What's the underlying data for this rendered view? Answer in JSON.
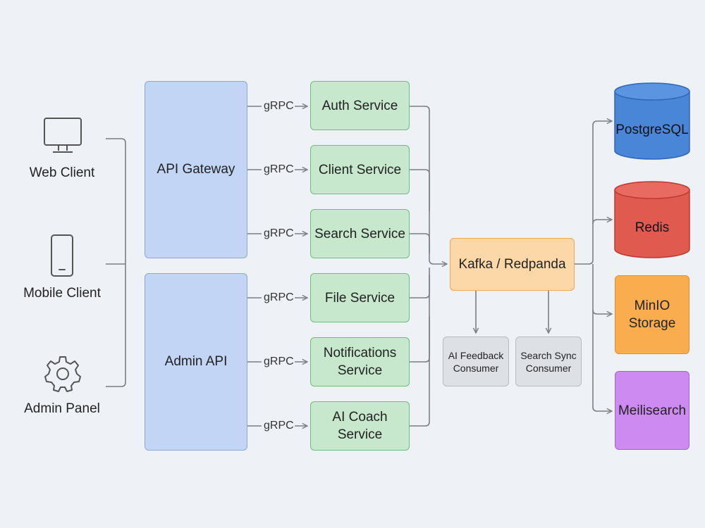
{
  "clients": [
    {
      "label": "Web Client",
      "icon": "monitor-icon"
    },
    {
      "label": "Mobile Client",
      "icon": "smartphone-icon"
    },
    {
      "label": "Admin Panel",
      "icon": "gear-icon"
    }
  ],
  "gateways": {
    "api_gateway": "API Gateway",
    "admin_api": "Admin API"
  },
  "protocol_label": "gRPC",
  "services": [
    "Auth Service",
    "Client Service",
    "Search Service",
    "File Service",
    "Notifications\nService",
    "AI Coach\nService"
  ],
  "broker": "Kafka / Redpanda",
  "consumers": [
    "AI Feedback\nConsumer",
    "Search Sync\nConsumer"
  ],
  "stores": {
    "postgres": "PostgreSQL",
    "redis": "Redis",
    "minio": "MinIO\nStorage",
    "meilisearch": "Meilisearch"
  },
  "colors": {
    "gateway": "#c3d5f4",
    "service": "#c7e8cc",
    "broker": "#fcd7a8",
    "consumer": "#dde0e5",
    "postgres": "#4a86d8",
    "redis": "#e05a50",
    "minio": "#f9ad4e",
    "meilisearch": "#cd8af0",
    "connector": "#7a7f86"
  }
}
